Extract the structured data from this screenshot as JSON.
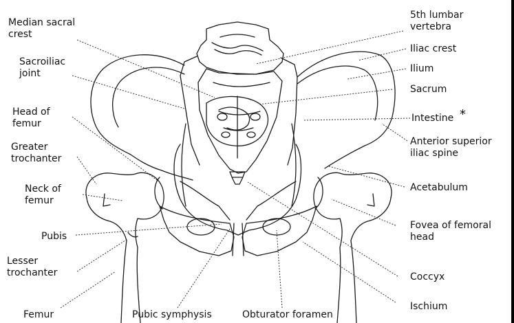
{
  "labels": {
    "median_sacral_crest": "Median sacral\ncrest",
    "sacroiliac_joint": "Sacroiliac\njoint",
    "head_of_femur": "Head of\nfemur",
    "greater_trochanter": "Greater\ntrochanter",
    "neck_of_femur": "Neck of\nfemur",
    "pubis": "Pubis",
    "lesser_trochanter": "Lesser\ntrochanter",
    "femur": "Femur",
    "pubic_symphysis": "Pubic symphysis",
    "obturator_foramen": "Obturator foramen",
    "fifth_lumbar_vertebra": "5th lumbar\nvertebra",
    "iliac_crest": "Iliac crest",
    "ilium": "Ilium",
    "sacrum": "Sacrum",
    "intestine": "Intestine",
    "intestine_marker": "*",
    "anterior_superior_iliac_spine": "Anterior superior\niliac spine",
    "acetabulum": "Acetabulum",
    "fovea_of_femoral_head": "Fovea of femoral\nhead",
    "coccyx": "Coccyx",
    "ischium": "Ischium"
  },
  "colors": {
    "line": "#1a1a1a",
    "text": "#111111"
  }
}
